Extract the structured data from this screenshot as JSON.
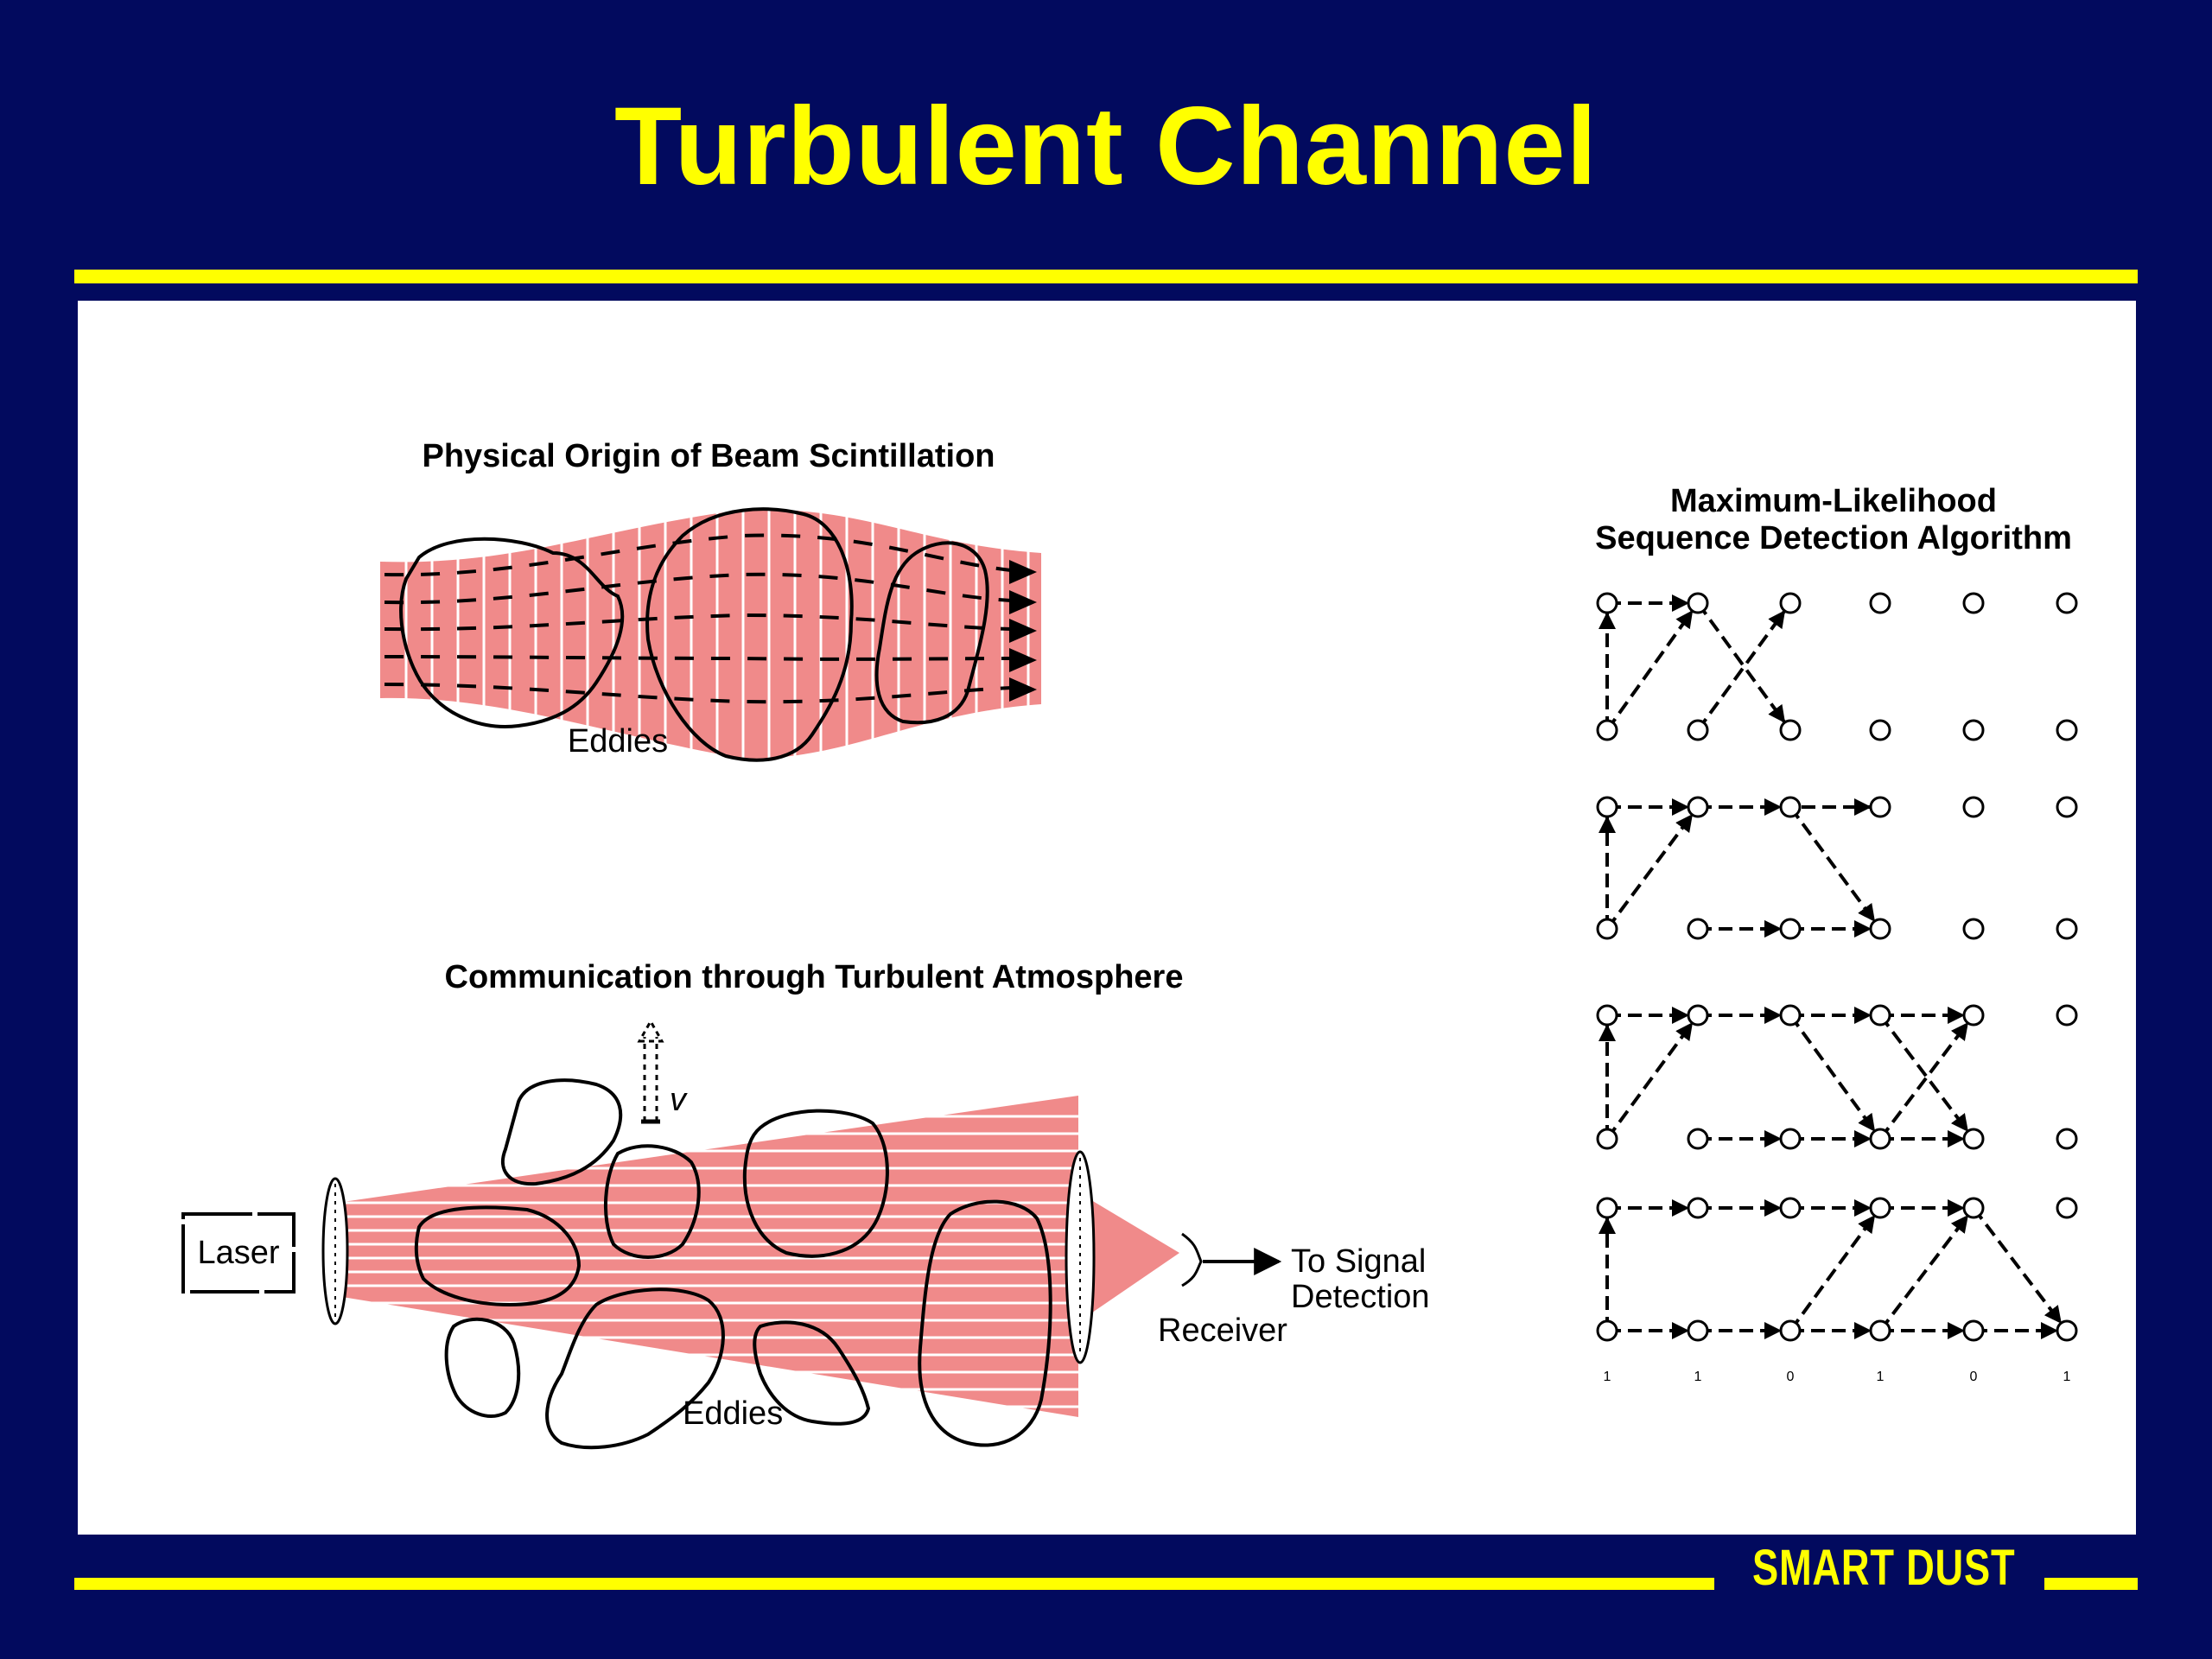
{
  "slide": {
    "title": "Turbulent Channel",
    "brand": "SMART DUST"
  },
  "colors": {
    "background": "#020a5e",
    "accent": "#ffff00",
    "panel": "#ffffff",
    "beam": "#f08a8a"
  },
  "scintillation": {
    "heading": "Physical Origin of Beam Scintillation",
    "eddies_label": "Eddies"
  },
  "communication": {
    "heading": "Communication through Turbulent Atmosphere",
    "laser_label": "Laser",
    "velocity_label": "v",
    "receiver_label": "Receiver",
    "output_label_line1": "To Signal",
    "output_label_line2": "Detection",
    "eddies_label": "Eddies"
  },
  "trellis": {
    "heading_line1": "Maximum-Likelihood",
    "heading_line2": "Sequence Detection Algorithm",
    "bits": [
      "1",
      "1",
      "0",
      "1",
      "0",
      "1"
    ]
  }
}
